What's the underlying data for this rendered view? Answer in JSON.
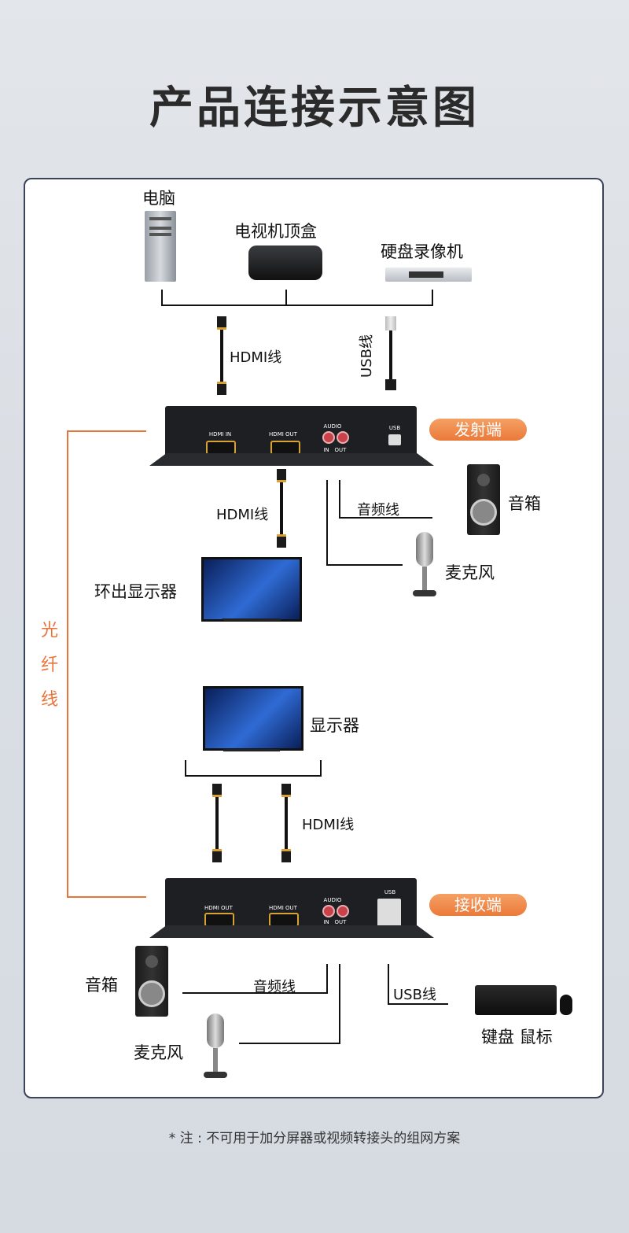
{
  "title": "产品连接示意图",
  "sources": {
    "pc": "电脑",
    "settop": "电视机顶盒",
    "nvr": "硬盘录像机"
  },
  "cables": {
    "hdmi": "HDMI线",
    "usb": "USB线",
    "audio": "音频线"
  },
  "transmitter": {
    "badge": "发射端",
    "ports": {
      "hdmi_in": "HDMI IN",
      "hdmi_out": "HDMI OUT",
      "audio": "AUDIO",
      "in": "IN",
      "out": "OUT",
      "usb": "USB"
    }
  },
  "receiver": {
    "badge": "接收端",
    "ports": {
      "hdmi_out1": "HDMI OUT",
      "hdmi_out2": "HDMI OUT",
      "audio": "AUDIO",
      "in": "IN",
      "out": "OUT",
      "usb": "USB"
    }
  },
  "devices": {
    "speaker": "音箱",
    "mic": "麦克风",
    "loop_monitor": "环出显示器",
    "monitor": "显示器",
    "keyboard_mouse": "键盘  鼠标"
  },
  "fiber": [
    "光",
    "纤",
    "线"
  ],
  "note": "* 注 : 不可用于加分屏器或视频转接头的组网方案",
  "colors": {
    "accent": "#e8743a",
    "panel_border": "#3a4358",
    "connector": "#d7a233"
  }
}
